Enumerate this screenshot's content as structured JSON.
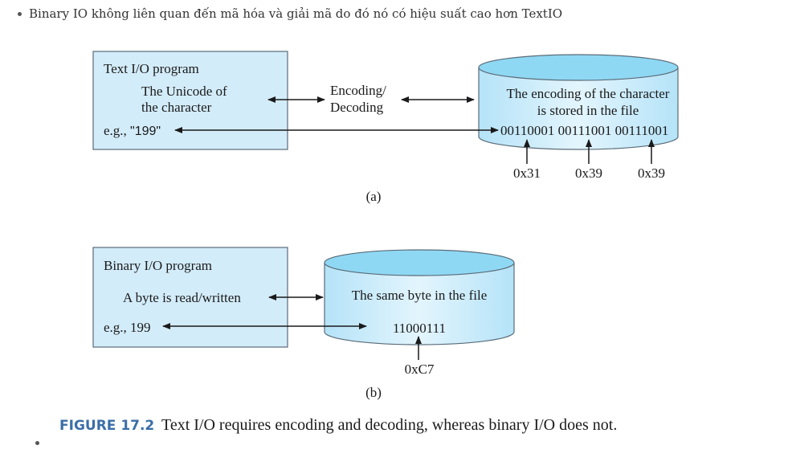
{
  "bullet": {
    "text": "Binary IO không liên quan đến mã hóa và giải mã do đó nó có hiệu suất cao hơn TextIO"
  },
  "diagram_a": {
    "program_title": "Text I/O program",
    "unicode_line1": "The Unicode of",
    "unicode_line2": "the character",
    "example_prefix": "e.g., ",
    "example_value": "\"199\"",
    "middle_line1": "Encoding/",
    "middle_line2": "Decoding",
    "file_line1": "The encoding of the character",
    "file_line2": "is stored in the file",
    "bits": "00110001 00111001 00111001",
    "hex1": "0x31",
    "hex2": "0x39",
    "hex3": "0x39",
    "label": "(a)"
  },
  "diagram_b": {
    "program_title": "Binary I/O program",
    "byte_text": "A byte is read/written",
    "example": "e.g., 199",
    "file_line1": "The same byte in the file",
    "bits": "11000111",
    "hex": "0xC7",
    "label": "(b)"
  },
  "caption": {
    "figure_label": "FIGURE 17.2",
    "text": "Text I/O requires encoding and decoding, whereas binary I/O does not."
  },
  "colors": {
    "box_fill": "#d3ecf9",
    "box_stroke": "#5a6c78",
    "cylinder_top": "#8fd8f4",
    "cylinder_body": "#c7ebfb",
    "caption_label": "#3a6ea8"
  }
}
